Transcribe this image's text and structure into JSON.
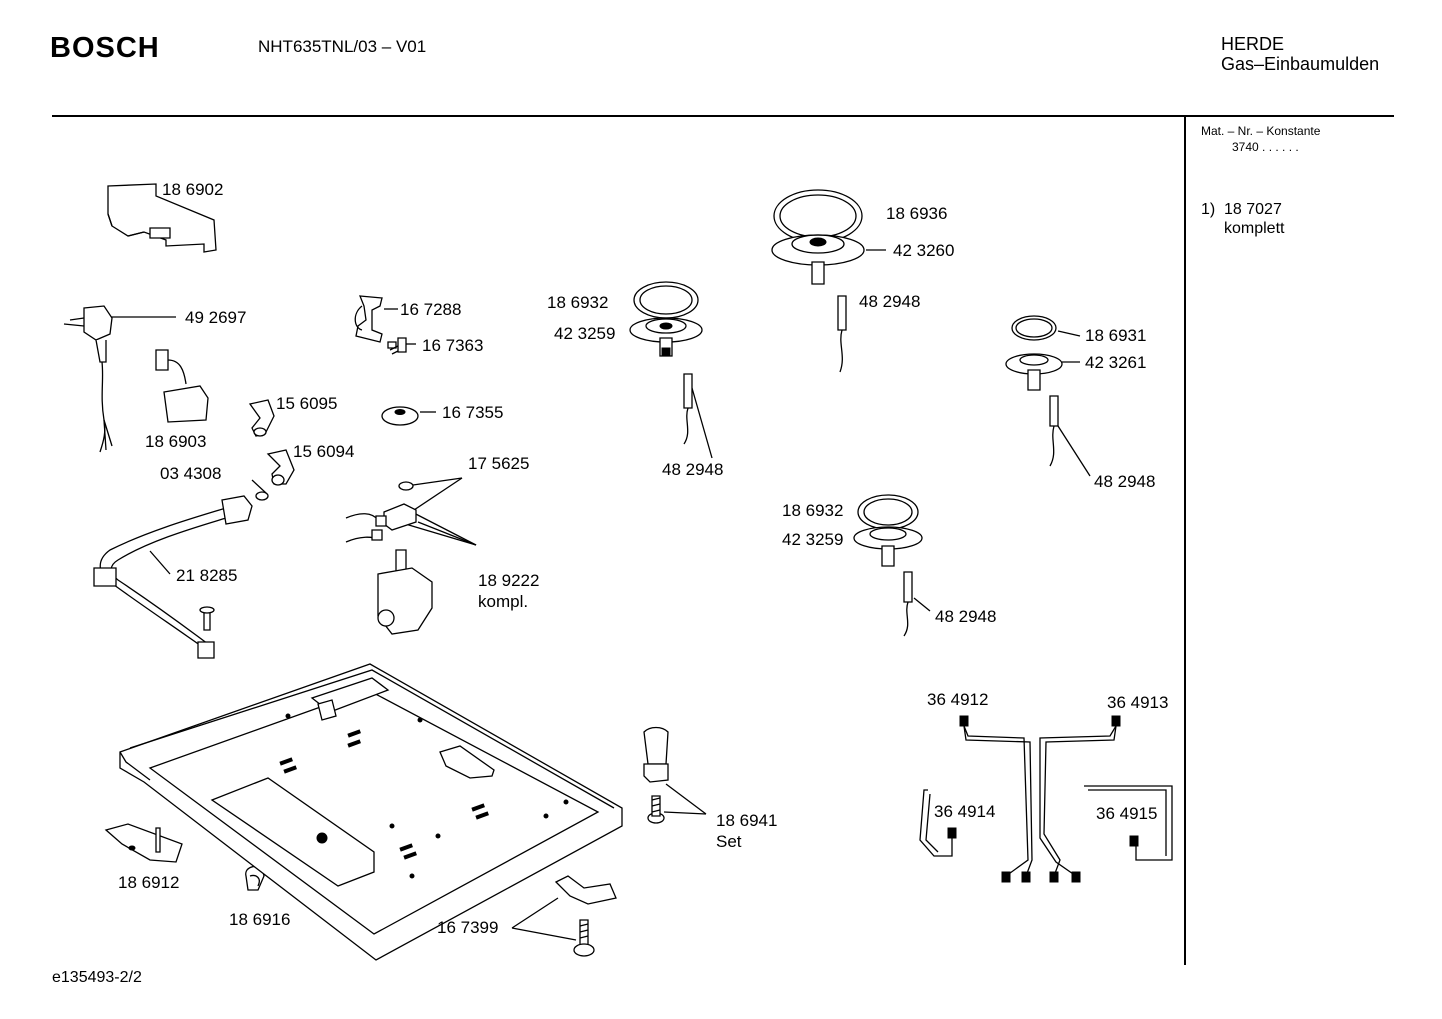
{
  "header": {
    "brand": "BOSCH",
    "model": "NHT635TNL/03 – V01",
    "category_line1": "HERDE",
    "category_line2": "Gas–Einbaumulden"
  },
  "sidebar": {
    "title": "Mat. – Nr. – Konstante",
    "value": "3740  .  .  .  .  .  .",
    "note_number": "1)",
    "note_part": "18 7027",
    "note_text": "komplett"
  },
  "parts": {
    "p186902": "18 6902",
    "p492697": "49 2697",
    "p186903": "18 6903",
    "p167288": "16 7288",
    "p167363": "16 7363",
    "p156095": "15 6095",
    "p156094": "15 6094",
    "p167355": "16 7355",
    "p034308": "03 4308",
    "p175625": "17 5625",
    "p218285": "21 8285",
    "p189222": "18 9222",
    "p189222b": "kompl.",
    "p186932a": "18 6932",
    "p423259a": "42 3259",
    "p482948a": "48 2948",
    "p186936": "18 6936",
    "p423260": "42 3260",
    "p482948b": "48 2948",
    "p186931": "18 6931",
    "p423261": "42 3261",
    "p482948c": "48 2948",
    "p186932b": "18 6932",
    "p423259b": "42 3259",
    "p482948d": "48 2948",
    "p364912": "36 4912",
    "p364913": "36 4913",
    "p364914": "36 4914",
    "p364915": "36 4915",
    "p186941": "18 6941",
    "p186941b": "Set",
    "p186912": "18 6912",
    "p186916": "18 6916",
    "p167399": "16 7399"
  },
  "footer": {
    "doc_id": "e135493-2/2"
  }
}
